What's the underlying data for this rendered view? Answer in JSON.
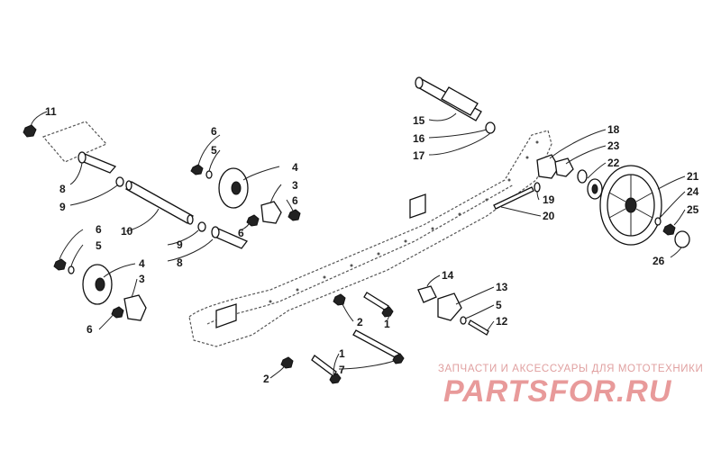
{
  "callouts": [
    {
      "id": "c11a",
      "text": "11"
    },
    {
      "id": "c8a",
      "text": "8"
    },
    {
      "id": "c9a",
      "text": "9"
    },
    {
      "id": "c10",
      "text": "10"
    },
    {
      "id": "c9b",
      "text": "9"
    },
    {
      "id": "c8b",
      "text": "8"
    },
    {
      "id": "c6a",
      "text": "6"
    },
    {
      "id": "c5a",
      "text": "5"
    },
    {
      "id": "c4a",
      "text": "4"
    },
    {
      "id": "c3a",
      "text": "3"
    },
    {
      "id": "c6b",
      "text": "6"
    },
    {
      "id": "c6c",
      "text": "6"
    },
    {
      "id": "c6d",
      "text": "6"
    },
    {
      "id": "c5b",
      "text": "5"
    },
    {
      "id": "c4b",
      "text": "4"
    },
    {
      "id": "c3b",
      "text": "3"
    },
    {
      "id": "c6e",
      "text": "6"
    },
    {
      "id": "c15",
      "text": "15"
    },
    {
      "id": "c16",
      "text": "16"
    },
    {
      "id": "c17",
      "text": "17"
    },
    {
      "id": "c18",
      "text": "18"
    },
    {
      "id": "c23",
      "text": "23"
    },
    {
      "id": "c22",
      "text": "22"
    },
    {
      "id": "c19",
      "text": "19"
    },
    {
      "id": "c20",
      "text": "20"
    },
    {
      "id": "c21",
      "text": "21"
    },
    {
      "id": "c24",
      "text": "24"
    },
    {
      "id": "c25",
      "text": "25"
    },
    {
      "id": "c26",
      "text": "26"
    },
    {
      "id": "c14",
      "text": "14"
    },
    {
      "id": "c13",
      "text": "13"
    },
    {
      "id": "c5c",
      "text": "5"
    },
    {
      "id": "c12",
      "text": "12"
    },
    {
      "id": "c2a",
      "text": "2"
    },
    {
      "id": "c1a",
      "text": "1"
    },
    {
      "id": "c1b",
      "text": "1"
    },
    {
      "id": "c7",
      "text": "7"
    },
    {
      "id": "c2b",
      "text": "2"
    }
  ],
  "watermark": {
    "caption": "ЗАПЧАСТИ И АКСЕССУАРЫ ДЛЯ МОТОТЕХНИКИ",
    "logo": "PARTSFOR.RU"
  },
  "colors": {
    "ink": "#111111",
    "watermark_caption": "#e0a0a0",
    "watermark_logo": "#e89a9a"
  }
}
